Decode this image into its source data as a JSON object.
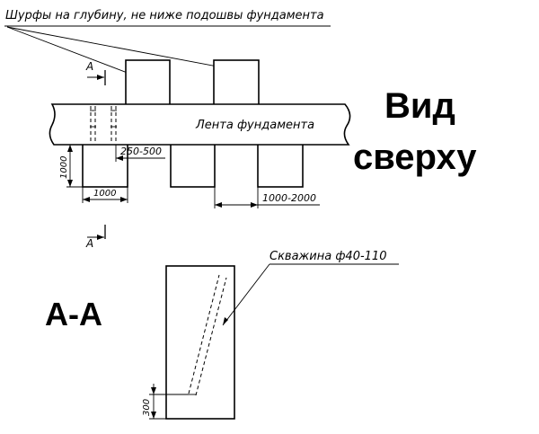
{
  "callouts": {
    "pits_note": "Шурфы на глубину, не ниже подошвы фундамента",
    "borehole_note": "Скважина ф40-110"
  },
  "labels": {
    "strip": "Лента фундамента",
    "view_top_line1": "Вид",
    "view_top_line2": "сверху",
    "section_title": "А-А",
    "section_mark_top": "А",
    "section_mark_bottom": "А"
  },
  "dimensions": {
    "pit_length": "1000",
    "pit_width": "1000",
    "clearance": "250-500",
    "pit_spacing": "1000-2000",
    "borehole_depth": "300"
  },
  "colors": {
    "ink": "#000000",
    "paper": "#ffffff"
  }
}
